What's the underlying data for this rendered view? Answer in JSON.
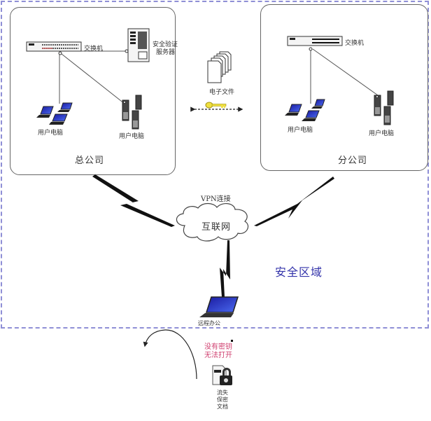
{
  "zone": {
    "label": "安全区域",
    "border_color": "#8f8fd6",
    "label_color": "#3333aa"
  },
  "headquarters": {
    "title": "总公司",
    "switch_label": "交换机",
    "auth_server_label_line1": "安全验证",
    "auth_server_label_line2": "服务器",
    "laptops_label": "用户电脑",
    "servers_label": "用户电脑"
  },
  "branch": {
    "title": "分公司",
    "switch_label": "交换机",
    "laptops_label": "用户电脑",
    "servers_label": "用户电脑"
  },
  "transfer": {
    "files_label": "电子文件",
    "key_icon": "key-icon"
  },
  "network": {
    "vpn_label": "VPN连接",
    "internet_label": "互联网"
  },
  "remote": {
    "label": "远程办公"
  },
  "lost_document": {
    "warning_line1": "没有密钥",
    "warning_line2": "无法打开",
    "warning_color": "#d04070",
    "label_line1": "流失",
    "label_line2": "保密",
    "label_line3": "文档"
  }
}
